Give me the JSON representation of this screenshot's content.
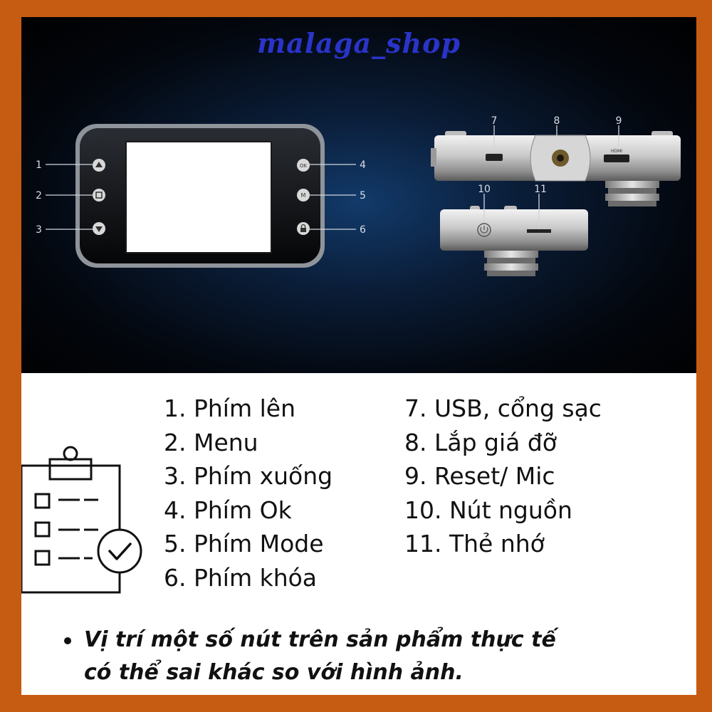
{
  "brand": "malaga_shop",
  "callouts": {
    "c1": "1",
    "c2": "2",
    "c3": "3",
    "c4": "4",
    "c5": "5",
    "c6": "6",
    "c7": "7",
    "c8": "8",
    "c9": "9",
    "c10": "10",
    "c11": "11"
  },
  "device_labels": {
    "ok": "OK",
    "mode": "M",
    "port": "HDMI"
  },
  "legend": {
    "left": [
      "1. Phím lên",
      "2. Menu",
      "3. Phím xuống",
      "4. Phím Ok",
      "5. Phím Mode",
      "6. Phím khóa"
    ],
    "right": [
      "7. USB, cổng sạc",
      "8. Lắp giá đỡ",
      "9. Reset/ Mic",
      "10. Nút nguồn",
      "11. Thẻ nhớ"
    ]
  },
  "note": {
    "line1": "Vị trí một số nút trên sản phẩm thực tế",
    "line2": "có thể sai khác so với hình ảnh."
  },
  "icons": {
    "clipboard": "clipboard-checklist-icon",
    "up": "arrow-up-icon",
    "menu": "menu-icon",
    "down": "arrow-down-icon",
    "lock": "lock-icon",
    "power": "power-icon"
  },
  "colors": {
    "frame": "#c65b12",
    "brand": "#2a34c8",
    "background_dark": "#03070e"
  }
}
